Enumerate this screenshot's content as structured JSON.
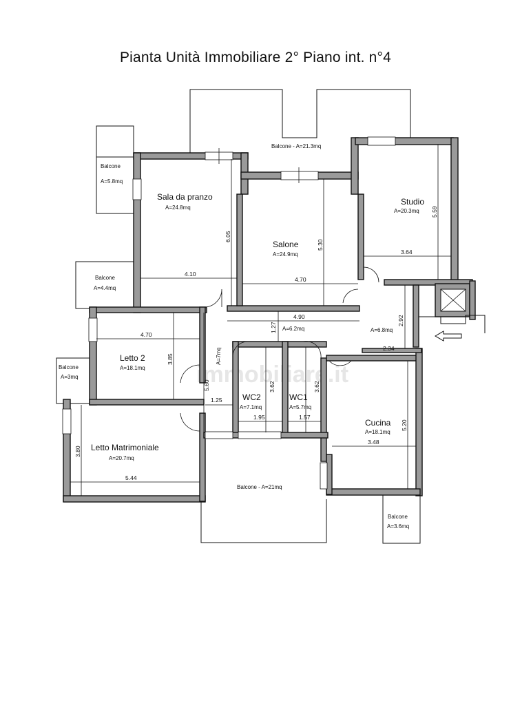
{
  "title": "Pianta Unità Immobiliare 2° Piano int. n°4",
  "watermark": "immobiliare.it",
  "rooms": [
    {
      "key": "sala",
      "name": "Sala da pranzo",
      "area": "A=24.8mq"
    },
    {
      "key": "salone",
      "name": "Salone",
      "area": "A=24.9mq"
    },
    {
      "key": "studio",
      "name": "Studio",
      "area": "A=20.3mq"
    },
    {
      "key": "letto2",
      "name": "Letto 2",
      "area": "A=18.1mq"
    },
    {
      "key": "wc2",
      "name": "WC2",
      "area": "A=7.1mq"
    },
    {
      "key": "wc1",
      "name": "WC1",
      "area": "A=5.7mq"
    },
    {
      "key": "cucina",
      "name": "Cucina",
      "area": "A=18.1mq"
    },
    {
      "key": "lettom",
      "name": "Letto Matrimoniale",
      "area": "A=20.7mq"
    }
  ],
  "balconies": [
    {
      "key": "bal_top",
      "label": "Balcone - A=21.3mq"
    },
    {
      "key": "bal_tl_name",
      "label": "Balcone"
    },
    {
      "key": "bal_tl_area",
      "label": "A=5.8mq"
    },
    {
      "key": "bal_ml_name",
      "label": "Balcone"
    },
    {
      "key": "bal_ml_area",
      "label": "A=4.4mq"
    },
    {
      "key": "bal_sl_name",
      "label": "Balcone"
    },
    {
      "key": "bal_sl_area",
      "label": "A=3mq"
    },
    {
      "key": "bal_bottom",
      "label": "Balcone - A=21mq"
    },
    {
      "key": "bal_br_name",
      "label": "Balcone"
    },
    {
      "key": "bal_br_area",
      "label": "A=3.6mq"
    }
  ],
  "corridors": [
    {
      "key": "corr_left",
      "area": "A=7mq"
    },
    {
      "key": "corr_mid",
      "area": "A=6.2mq"
    },
    {
      "key": "corr_right",
      "area": "A=6.8mq"
    }
  ],
  "dimensions": [
    "4.10",
    "6.05",
    "4.70",
    "5.30",
    "3.64",
    "5.59",
    "4.90",
    "1.27",
    "2.92",
    "2.34",
    "4.70",
    "3.85",
    "5.60",
    "1.25",
    "3.62",
    "3.62",
    "1.95",
    "1.57",
    "3.48",
    "5.20",
    "3.80",
    "5.44"
  ]
}
